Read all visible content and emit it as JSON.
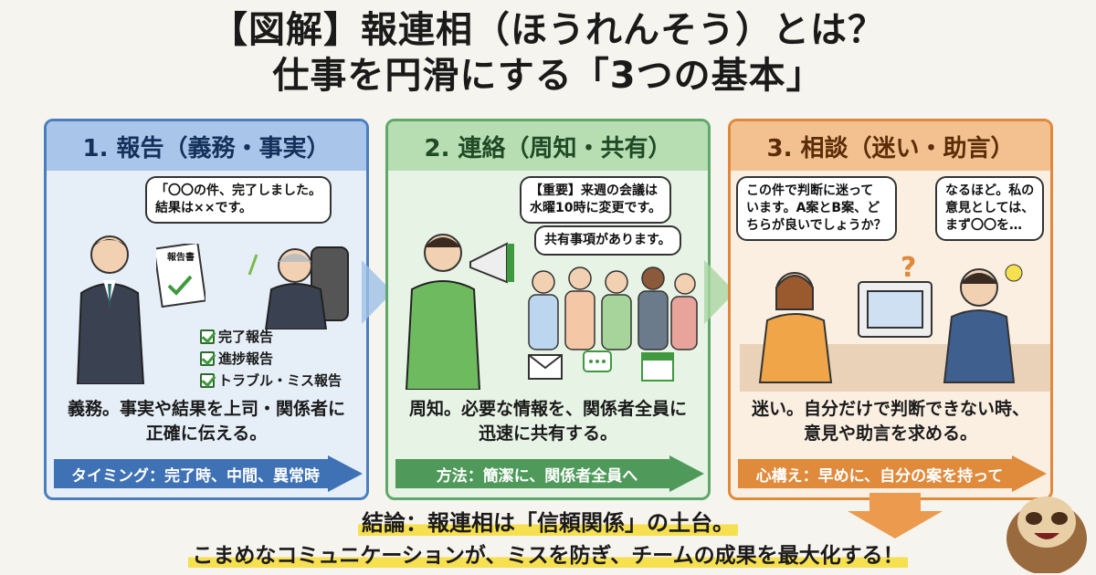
{
  "title": {
    "line1": "【図解】報連相（ほうれんそう）とは？",
    "line2": "仕事を円滑にする「3つの基本」"
  },
  "panels": [
    {
      "heading": "1. 報告（義務・事実）",
      "bubbles": [
        "「〇〇の件、完了しました。",
        "結果は××です。"
      ],
      "document_label": "報告書",
      "checklist": [
        "完了報告",
        "進捗報告",
        "トラブル・ミス報告"
      ],
      "description": [
        "義務。事実や結果を上司・関係者に",
        "正確に伝える。"
      ],
      "bar": "タイミング：完了時、中間、異常時"
    },
    {
      "heading": "2. 連絡（周知・共有）",
      "bubbles": [
        "【重要】来週の会議は",
        "水曜10時に変更です。",
        "共有事項があります。"
      ],
      "description": [
        "周知。必要な情報を、関係者全員に",
        "迅速に共有する。"
      ],
      "bar": "方法：簡潔に、関係者全員へ"
    },
    {
      "heading": "3. 相談（迷い・助言）",
      "bubbles": [
        "この件で判断に迷って",
        "います。A案とB案、ど",
        "ちらが良いでしょうか？",
        "なるほど。私の",
        "意見としては、",
        "まず〇〇を…"
      ],
      "description": [
        "迷い。自分だけで判断できない時、",
        "意見や助言を求める。"
      ],
      "bar": "心構え：早めに、自分の案を持って"
    }
  ],
  "conclusion": {
    "line1": "結論：報連相は「信頼関係」の土台。",
    "line2": "こまめなコミュニケーションが、ミスを防ぎ、チームの成果を最大化する！"
  },
  "colors": {
    "blue": "#4a7fbf",
    "green": "#5ea86a",
    "orange": "#e0893a",
    "highlight": "#f6e04f"
  }
}
